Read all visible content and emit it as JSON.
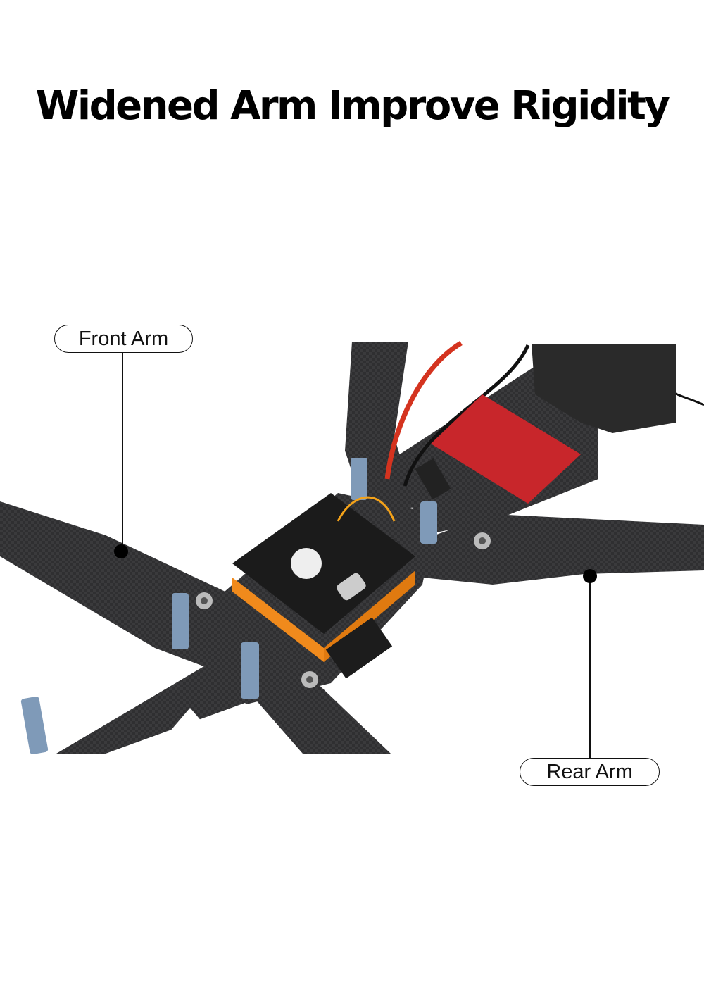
{
  "title": "Widened  Arm Improve Rigidity",
  "callouts": {
    "front_arm": "Front Arm",
    "rear_arm": "Rear Arm"
  },
  "colors": {
    "carbon": "#2e2e30",
    "vtx_red": "#c8262b",
    "standoff_blue": "#7f9ab8",
    "spacer_orange": "#f08a1c"
  }
}
